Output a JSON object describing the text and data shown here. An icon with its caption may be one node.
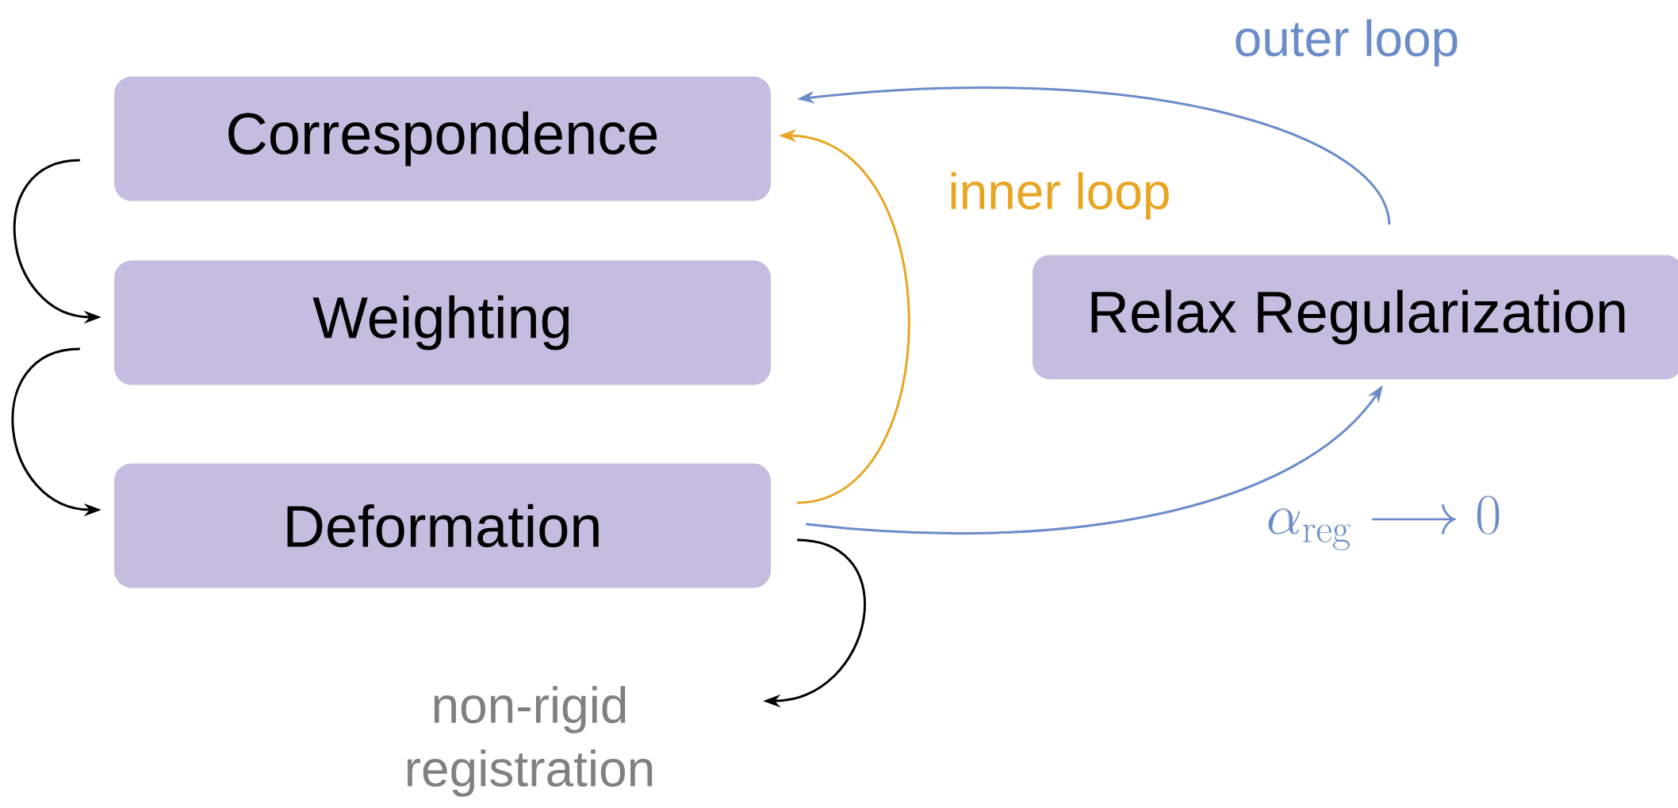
{
  "diagram": {
    "nodes": [
      {
        "text": [
          "Correspondence"
        ]
      },
      {
        "text": [
          "Weighting"
        ]
      },
      {
        "text": [
          "Deformation"
        ]
      },
      {
        "text": [
          "Relax Regularization"
        ]
      },
      {
        "text": [
          "non-rigid registration"
        ]
      }
    ],
    "edges": [
      {
        "from": 0,
        "to": 1,
        "arrow": "to"
      },
      {
        "from": 1,
        "to": 2,
        "arrow": "to"
      },
      {
        "from": 2,
        "to": 4,
        "arrow": "to"
      },
      {
        "from": 2,
        "to": 0,
        "arrow": "to",
        "label": "inner loop",
        "color": "#e8a521"
      },
      {
        "from": 2,
        "to": 3,
        "arrow": "to",
        "label": "\\alpha_{\\mathrm{reg}} \\longrightarrow 0",
        "color": "#6b8cc9"
      },
      {
        "from": 3,
        "to": 0,
        "arrow": "to",
        "label": "outer loop",
        "color": "#6b8cc9"
      }
    ]
  }
}
